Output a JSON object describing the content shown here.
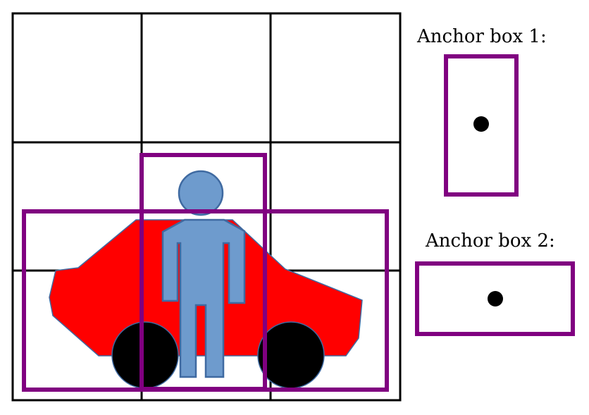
{
  "grid": {
    "rows": 3,
    "cols": 3,
    "line_color": "#000000"
  },
  "scene": {
    "car": {
      "body_color": "#ff0000",
      "wheel_color": "#000000",
      "icon": "car-icon"
    },
    "person": {
      "fill_color": "#6e9bcd",
      "stroke_color": "#3f6aa1",
      "icon": "person-icon"
    }
  },
  "bounding_boxes": {
    "color": "#800080",
    "items": [
      "person-box",
      "car-box"
    ]
  },
  "anchors": [
    {
      "label": "Anchor box 1:",
      "shape": "tall"
    },
    {
      "label": "Anchor box 2:",
      "shape": "wide"
    }
  ]
}
